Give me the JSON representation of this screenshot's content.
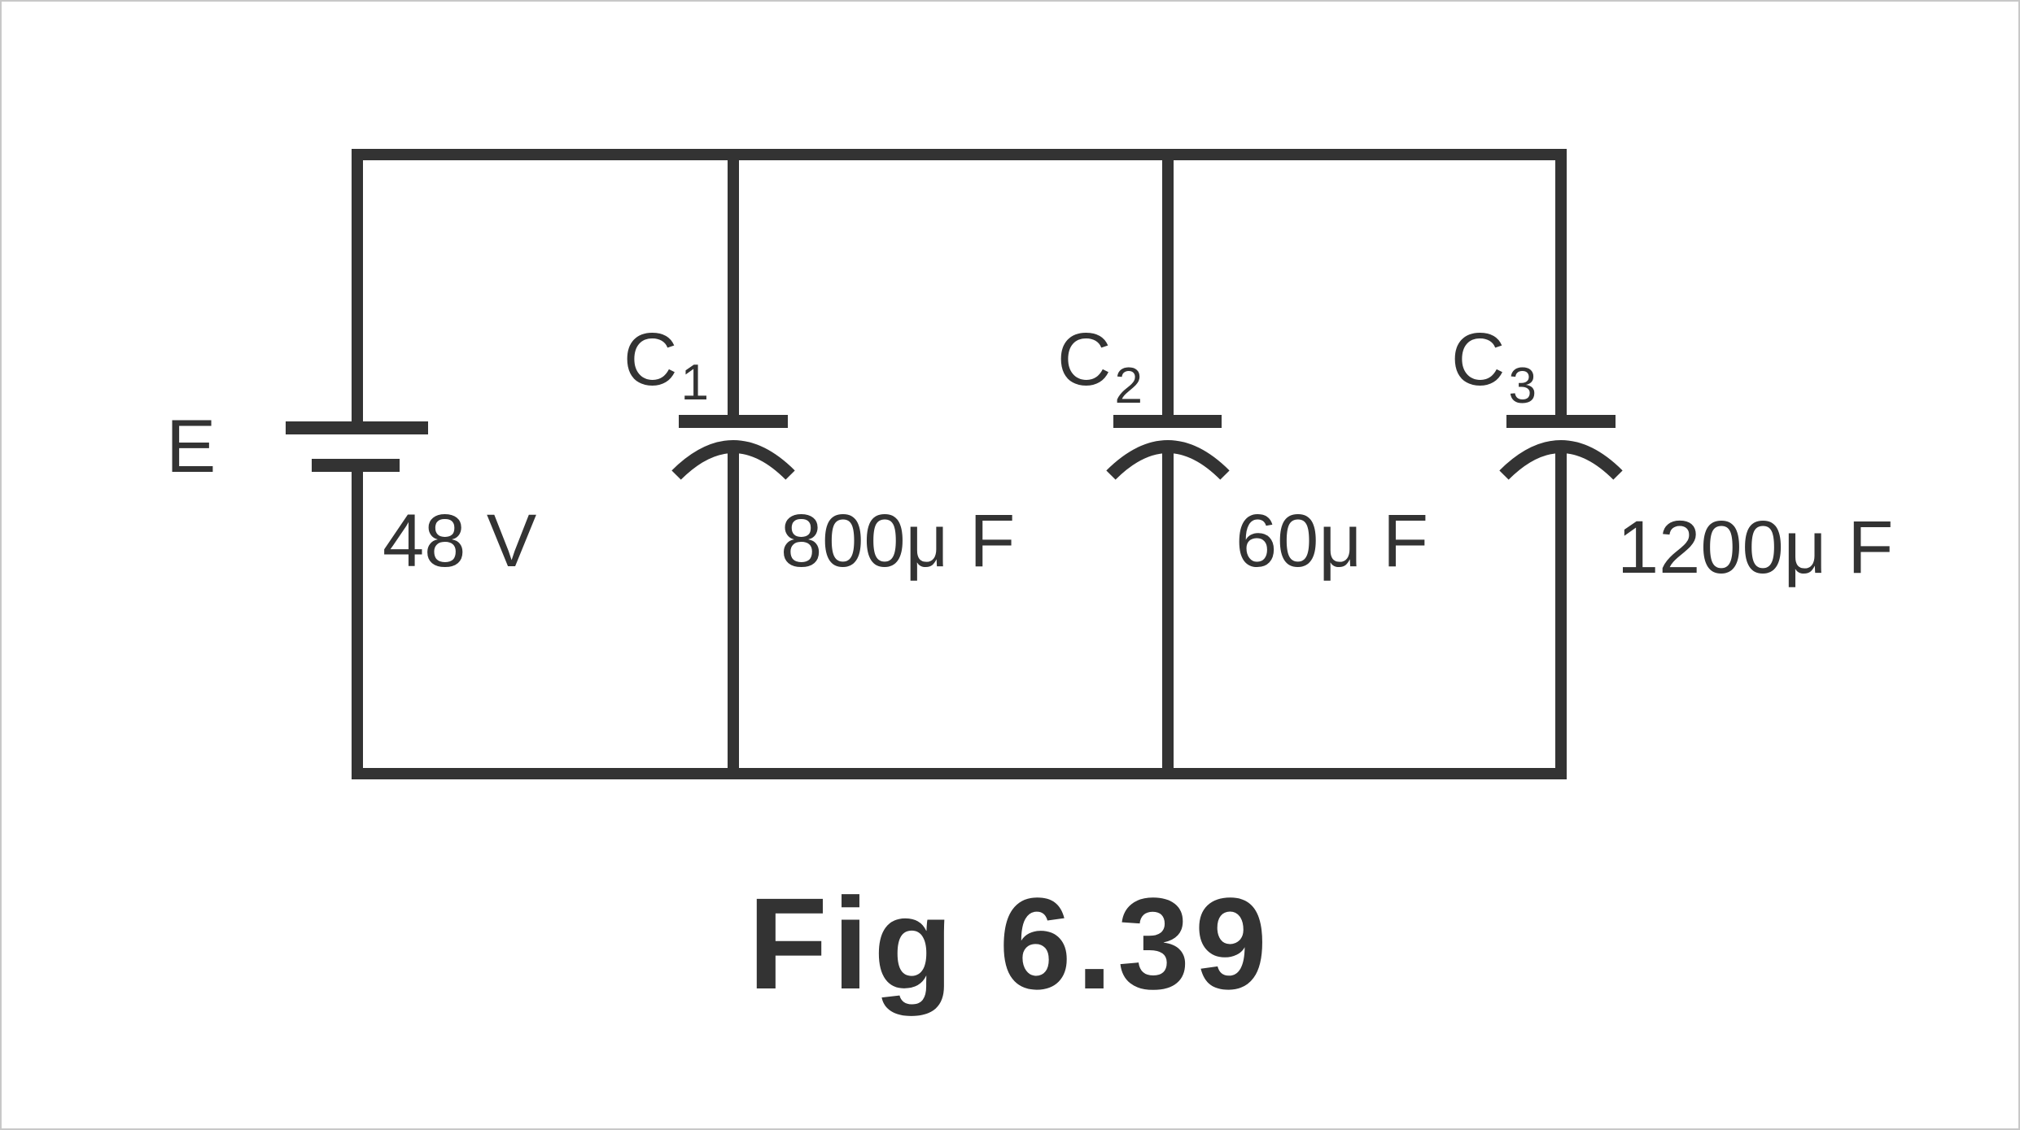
{
  "figure": {
    "caption": "Fig 6.39"
  },
  "battery": {
    "name": "E",
    "voltage": "48 V"
  },
  "capacitors": [
    {
      "name": "C",
      "subscript": "1",
      "value": "800μ F"
    },
    {
      "name": "C",
      "subscript": "2",
      "value": "60μ F"
    },
    {
      "name": "C",
      "subscript": "3",
      "value": "1200μ F"
    }
  ],
  "colors": {
    "ink": "#333333",
    "background": "#ffffff",
    "border": "#c8c8c8"
  }
}
